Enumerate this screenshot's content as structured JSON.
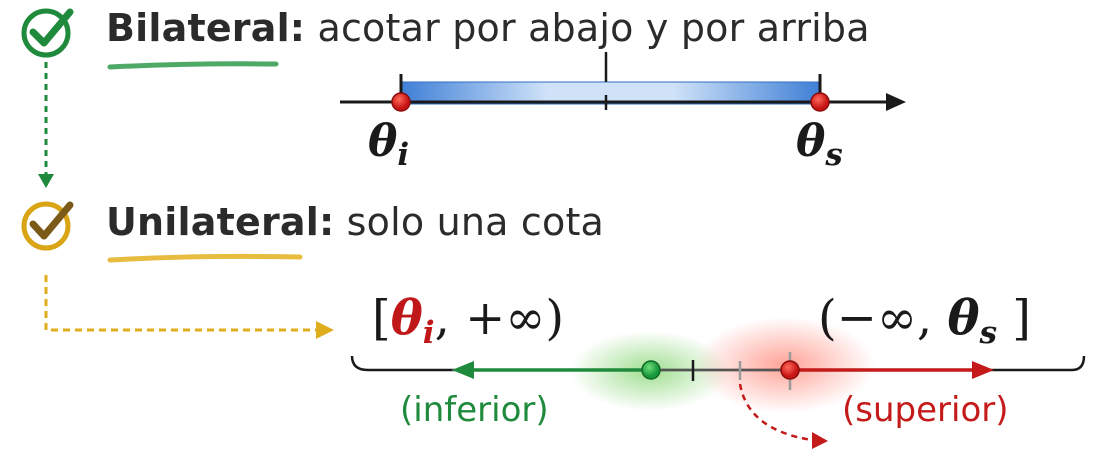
{
  "bilateral": {
    "title_bold": "Bilateral:",
    "title_rest": " acotar por abajo y por arriba",
    "lower_symbol": "θ",
    "lower_sub": "i",
    "upper_symbol": "θ",
    "upper_sub": "s"
  },
  "unilateral": {
    "title_bold": "Unilateral:",
    "title_rest": " solo una cota",
    "left_open": "[",
    "left_theta": "θ",
    "left_sub": "i",
    "left_rest": ", +∞)",
    "right_open": "(−∞, ",
    "right_theta": "θ",
    "right_sub": "s",
    "right_close": " ]",
    "inferior_label": "(inferior)",
    "superior_label": "(superior)"
  },
  "colors": {
    "green": "#1f8a3c",
    "gold": "#d9a514",
    "red": "#c41a1a",
    "blue": "#3f82d8"
  }
}
